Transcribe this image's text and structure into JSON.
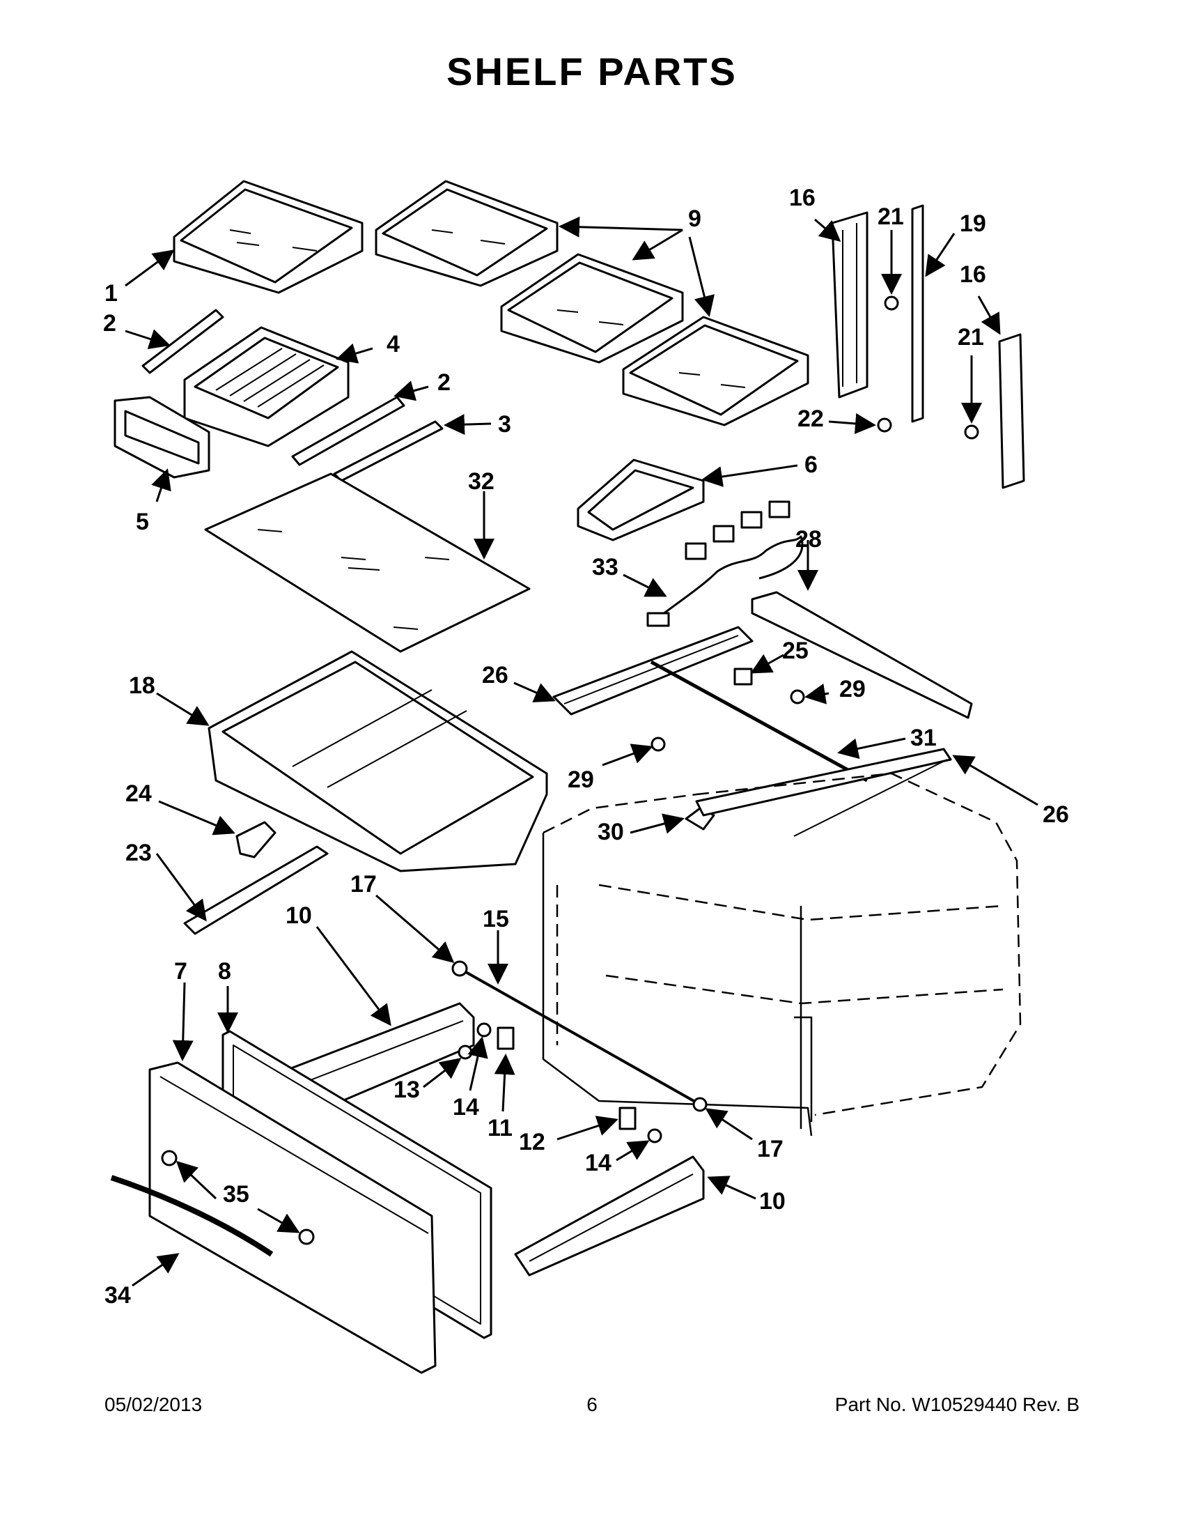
{
  "title": "SHELF PARTS",
  "footer": {
    "date": "05/02/2013",
    "page": "6",
    "part_number": "Part No.  W10529440  Rev.  B"
  },
  "callouts": [
    "1",
    "2",
    "2",
    "3",
    "4",
    "5",
    "6",
    "7",
    "8",
    "9",
    "10",
    "10",
    "11",
    "12",
    "13",
    "14",
    "14",
    "15",
    "16",
    "16",
    "17",
    "17",
    "18",
    "19",
    "21",
    "21",
    "22",
    "23",
    "24",
    "25",
    "26",
    "26",
    "28",
    "29",
    "29",
    "30",
    "31",
    "32",
    "33",
    "34",
    "35"
  ]
}
